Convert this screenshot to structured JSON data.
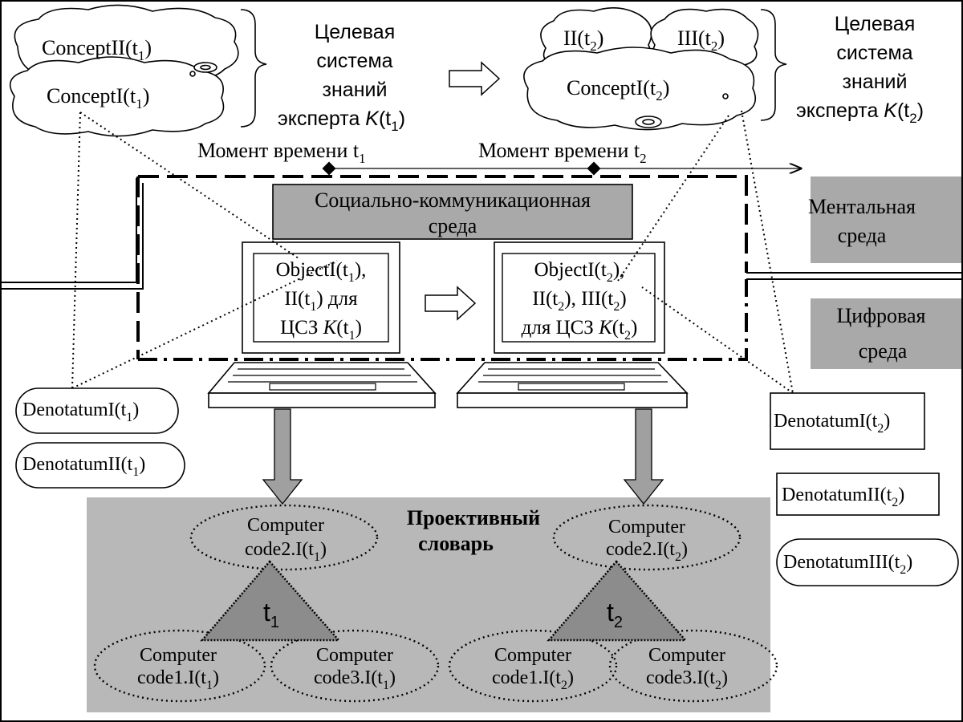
{
  "left_expert": {
    "concept2": {
      "main": "ConceptII(t",
      "sub": "1",
      "tail": ")"
    },
    "concept1": {
      "main": "ConceptI(t",
      "sub": "1",
      "tail": ")"
    },
    "label_line1": "Целевая",
    "label_line2": "система",
    "label_line3": "знаний",
    "label_line4_pre": "эксперта ",
    "label_line4_k": "K",
    "label_line4_open": "(t",
    "label_line4_sub": "1",
    "label_line4_close": ")"
  },
  "right_expert": {
    "concept2": {
      "main": "II(t",
      "sub": "2",
      "tail": ")"
    },
    "concept3": {
      "main": "III(t",
      "sub": "2",
      "tail": ")"
    },
    "concept1": {
      "main": "ConceptI(t",
      "sub": "2",
      "tail": ")"
    },
    "label_line1": "Целевая",
    "label_line2": "система",
    "label_line3": "знаний",
    "label_line4_pre": "эксперта ",
    "label_line4_k": "K",
    "label_line4_open": "(t",
    "label_line4_sub": "2",
    "label_line4_close": ")"
  },
  "timeline": {
    "moment1": {
      "main": "Момент времени t",
      "sub": "1"
    },
    "moment2": {
      "main": "Момент времени t",
      "sub": "2"
    }
  },
  "environments": {
    "social": {
      "line1": "Социально-коммуникационная",
      "line2": "среда"
    },
    "mental": {
      "line1": "Ментальная",
      "line2": "среда"
    },
    "digital": {
      "line1": "Цифровая",
      "line2": "среда"
    }
  },
  "laptop_left": {
    "line1_main": "ObjectI(t",
    "line1_sub": "1",
    "line1_tail": "),",
    "line2_main": "II(t",
    "line2_sub": "1",
    "line2_tail": ") для",
    "line3_pre": "ЦСЗ ",
    "line3_k": "K",
    "line3_open": "(t",
    "line3_sub": "1",
    "line3_close": ")"
  },
  "laptop_right": {
    "line1_main": "ObjectI(t",
    "line1_sub": "2",
    "line1_tail": "),",
    "line2_a": "II(t",
    "line2_sub1": "2",
    "line2_b": "), III(t",
    "line2_sub2": "2",
    "line2_tail": ")",
    "line3_pre": "для ЦСЗ ",
    "line3_k": "K",
    "line3_open": "(t",
    "line3_sub": "2",
    "line3_close": ")"
  },
  "denotata_left": [
    {
      "main": "DenotatumI(t",
      "sub": "1",
      "tail": ")"
    },
    {
      "main": "DenotatumII(t",
      "sub": "1",
      "tail": ")"
    }
  ],
  "denotata_right": [
    {
      "main": "DenotatumI(t",
      "sub": "2",
      "tail": ")"
    },
    {
      "main": "DenotatumII(t",
      "sub": "2",
      "tail": ")"
    },
    {
      "main": "DenotatumIII(t",
      "sub": "2",
      "tail": ")"
    }
  ],
  "dictionary": {
    "title_line1": "Проективный",
    "title_line2": "словарь",
    "left": {
      "code2": {
        "line1": "Computer",
        "line2_main": "code2.I(t",
        "sub": "1",
        "tail": ")"
      },
      "code1": {
        "line1": "Computer",
        "line2_main": "code1.I(t",
        "sub": "1",
        "tail": ")"
      },
      "code3": {
        "line1": "Computer",
        "line2_main": "code3.I(t",
        "sub": "1",
        "tail": ")"
      },
      "triangle": {
        "main": "t",
        "sub": "1"
      }
    },
    "right": {
      "code2": {
        "line1": "Computer",
        "line2_main": "code2.I(t",
        "sub": "2",
        "tail": ")"
      },
      "code1": {
        "line1": "Computer",
        "line2_main": "code1.I(t",
        "sub": "2",
        "tail": ")"
      },
      "code3": {
        "line1": "Computer",
        "line2_main": "code3.I(t",
        "sub": "2",
        "tail": ")"
      },
      "triangle": {
        "main": "t",
        "sub": "2"
      }
    }
  },
  "colors": {
    "panel_gray": "#b8b8b8",
    "env_box_gray": "#a9a9a9",
    "triangle_gray": "#8c8c8c",
    "arrow_gray": "#a0a0a0",
    "stroke": "#000000"
  }
}
